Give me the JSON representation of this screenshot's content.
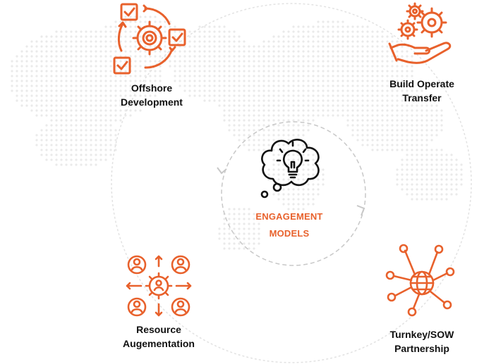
{
  "diagram": {
    "center": {
      "title_line1": "ENGAGEMENT",
      "title_line2": "MODELS",
      "icon": "lightbulb-thought-cloud-icon"
    },
    "models": [
      {
        "line1": "Offshore",
        "line2": "Development",
        "icon": "gear-cycle-checklist-icon"
      },
      {
        "line1": "Build Operate",
        "line2": "Transfer",
        "icon": "hand-gears-icon"
      },
      {
        "line1": "Resource",
        "line2": "Augementation",
        "icon": "people-network-gear-icon"
      },
      {
        "line1": "Turnkey/SOW",
        "line2": "Partnership",
        "icon": "globe-network-icon"
      }
    ]
  },
  "colors": {
    "accent": "#E8612C",
    "text": "#111111",
    "ring": "#E2E2E2",
    "inner_ring": "#C8C8C8",
    "map_dots": "#EAEAEA"
  }
}
